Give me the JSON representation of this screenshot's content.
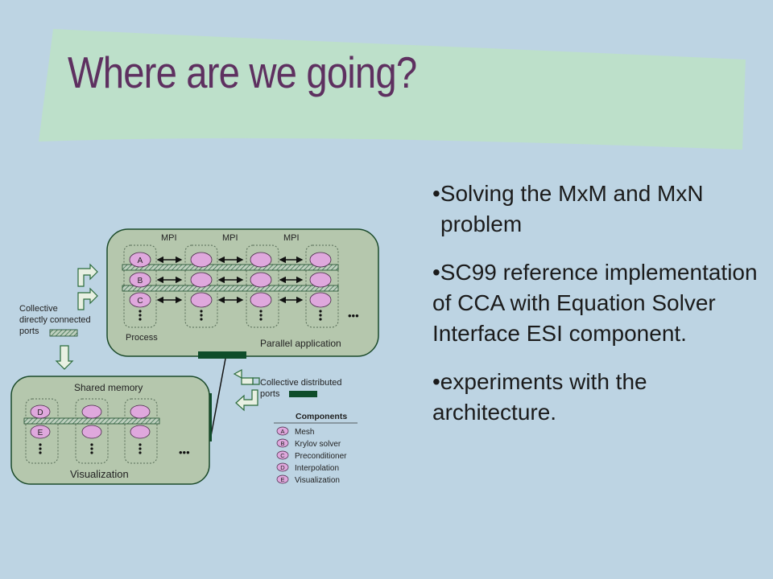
{
  "title": "Where are we going?",
  "bullets": [
    {
      "line1": "•Solving the MxM and MxN",
      "line2": "problem"
    },
    {
      "text": "•SC99 reference implementation of CCA with Equation Solver Interface ESI component."
    },
    {
      "text": "•experiments with the architecture."
    }
  ],
  "diagram": {
    "mpi_labels": [
      "MPI",
      "MPI",
      "MPI"
    ],
    "process_label": "Process",
    "parallel_label": "Parallel application",
    "shared_memory_label": "Shared memory",
    "visualization_label": "Visualization",
    "collective_direct_lines": [
      "Collective",
      "directly connected",
      "ports"
    ],
    "collective_distributed_lines": [
      "Collective distributed",
      "ports"
    ],
    "ellipsis": "•••",
    "components": {
      "heading": "Components",
      "items": [
        {
          "letter": "A",
          "name": "Mesh"
        },
        {
          "letter": "B",
          "name": "Krylov solver"
        },
        {
          "letter": "C",
          "name": "Preconditioner"
        },
        {
          "letter": "D",
          "name": "Interpolation"
        },
        {
          "letter": "E",
          "name": "Visualization"
        }
      ]
    }
  },
  "colors": {
    "background": "#bdd4e3",
    "banner": "#bde0ca",
    "title": "#5e3060",
    "panel": "#b5c7ad",
    "component_fill": "#dfa8dd",
    "dark_green": "#0f4d2a"
  }
}
